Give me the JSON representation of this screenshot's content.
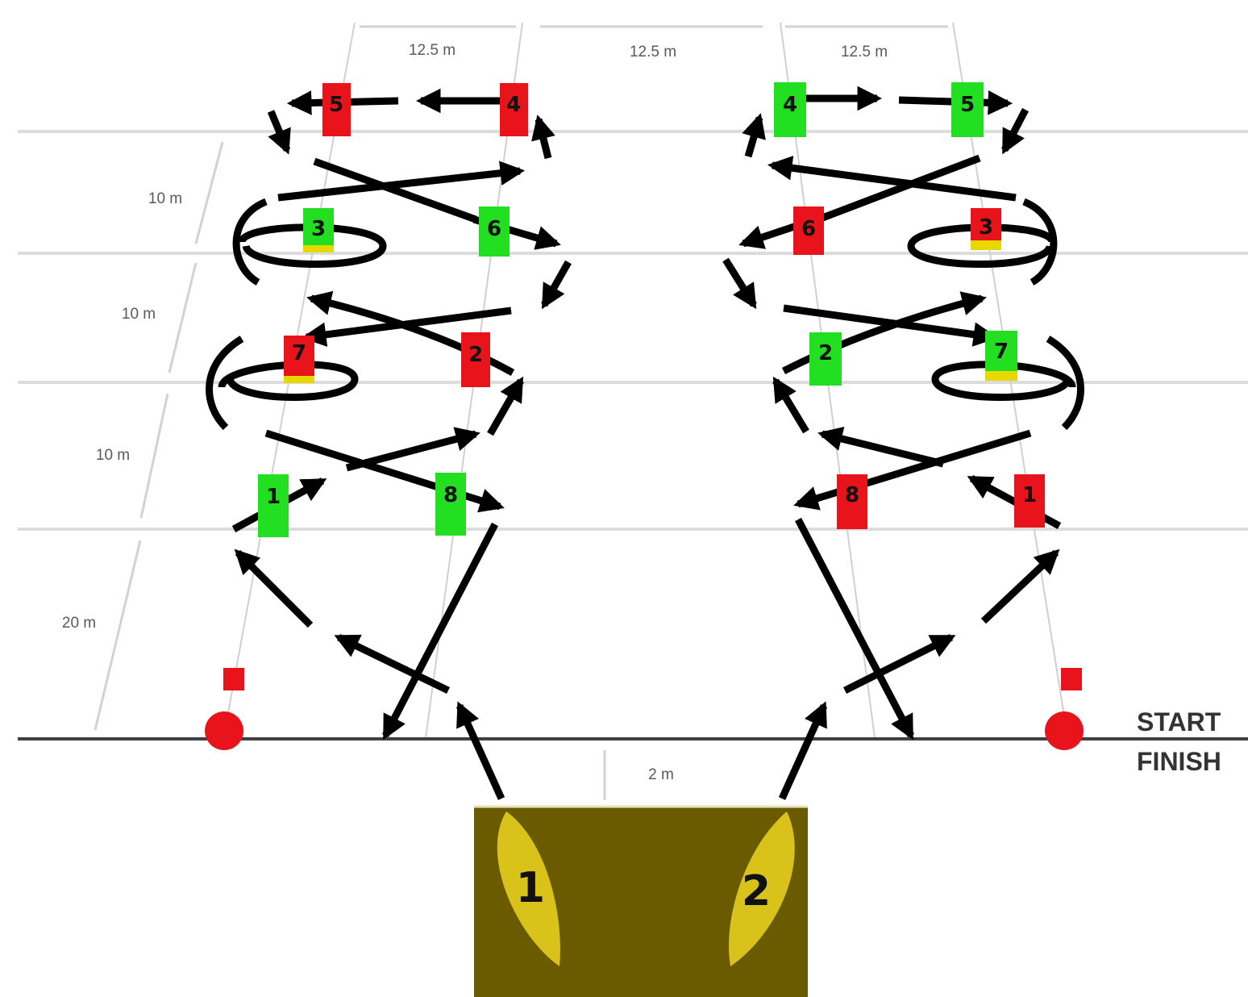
{
  "colors": {
    "red": "#e8131b",
    "green": "#22e021",
    "yellow": "#e8d800",
    "pontoon": "#6a5a00",
    "boat": "#d9c21a",
    "lane_line": "#d4d4d4",
    "arrow": "#000000",
    "baseline": "#404040"
  },
  "dimensions": {
    "width_left": "12.5 m",
    "width_center": "12.5 m",
    "width_right": "12.5 m",
    "gap_1": "10 m",
    "gap_2": "10 m",
    "gap_3": "10 m",
    "start_gap": "20 m",
    "pontoon_gap": "2 m"
  },
  "labels": {
    "start": "START",
    "finish": "FINISH"
  },
  "buoys": {
    "left": {
      "b1": "1",
      "b2": "2",
      "b3": "3",
      "b4": "4",
      "b5": "5",
      "b6": "6",
      "b7": "7",
      "b8": "8"
    },
    "right": {
      "b1": "1",
      "b2": "2",
      "b3": "3",
      "b4": "4",
      "b5": "5",
      "b6": "6",
      "b7": "7",
      "b8": "8"
    }
  },
  "boats": {
    "boat_1": "1",
    "boat_2": "2"
  }
}
